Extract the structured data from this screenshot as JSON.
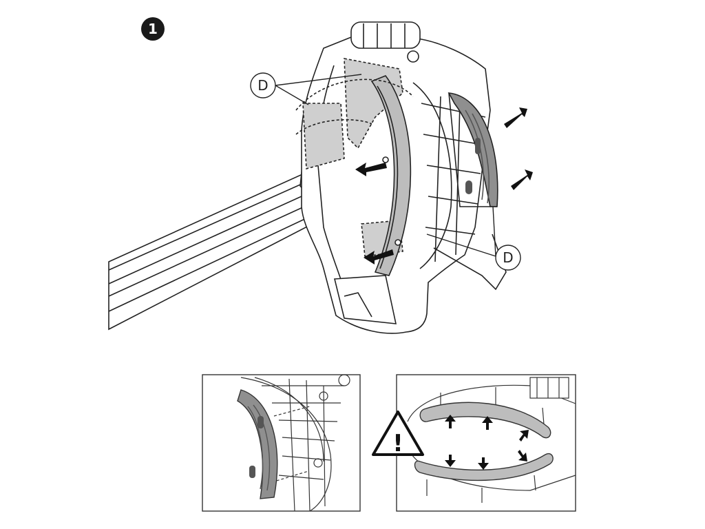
{
  "step": {
    "number": "1"
  },
  "callouts": {
    "top_left": "D",
    "bottom_right": "D"
  },
  "warning": {
    "symbol": "!"
  },
  "colors": {
    "line": "#222222",
    "pad_fill": "#8f8f8f",
    "shade_fill": "#cfcfcf",
    "strip_fill": "#bdbdbd",
    "arrow_fill": "#111111",
    "step_fill": "#1a1a1a"
  },
  "icons": [
    "step-badge",
    "push-arrow-icon",
    "warning-triangle-icon",
    "callout-circle"
  ]
}
